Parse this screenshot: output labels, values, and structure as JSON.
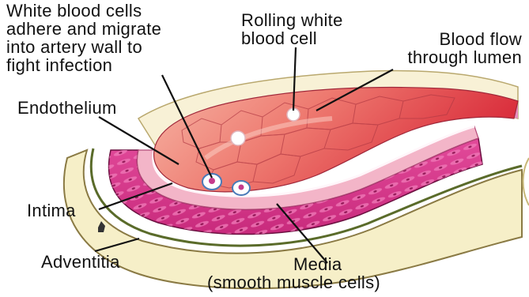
{
  "labels": {
    "wbc_adhere": "White blood cells\nadhere and migrate\ninto artery wall to\nfight infection",
    "rolling_wbc": "Rolling white\nblood cell",
    "blood_flow": "Blood flow\nthrough lumen",
    "endothelium": "Endothelium",
    "intima": "Intima",
    "adventitia": "Adventitia",
    "media": "Media",
    "media_sub": "(smooth muscle cells)"
  },
  "colors": {
    "adventitia": "#f6efc8",
    "media": "#d8368c",
    "intima": "#f3b5c8",
    "lumen": "#e5484f",
    "background": "#ffffff"
  }
}
